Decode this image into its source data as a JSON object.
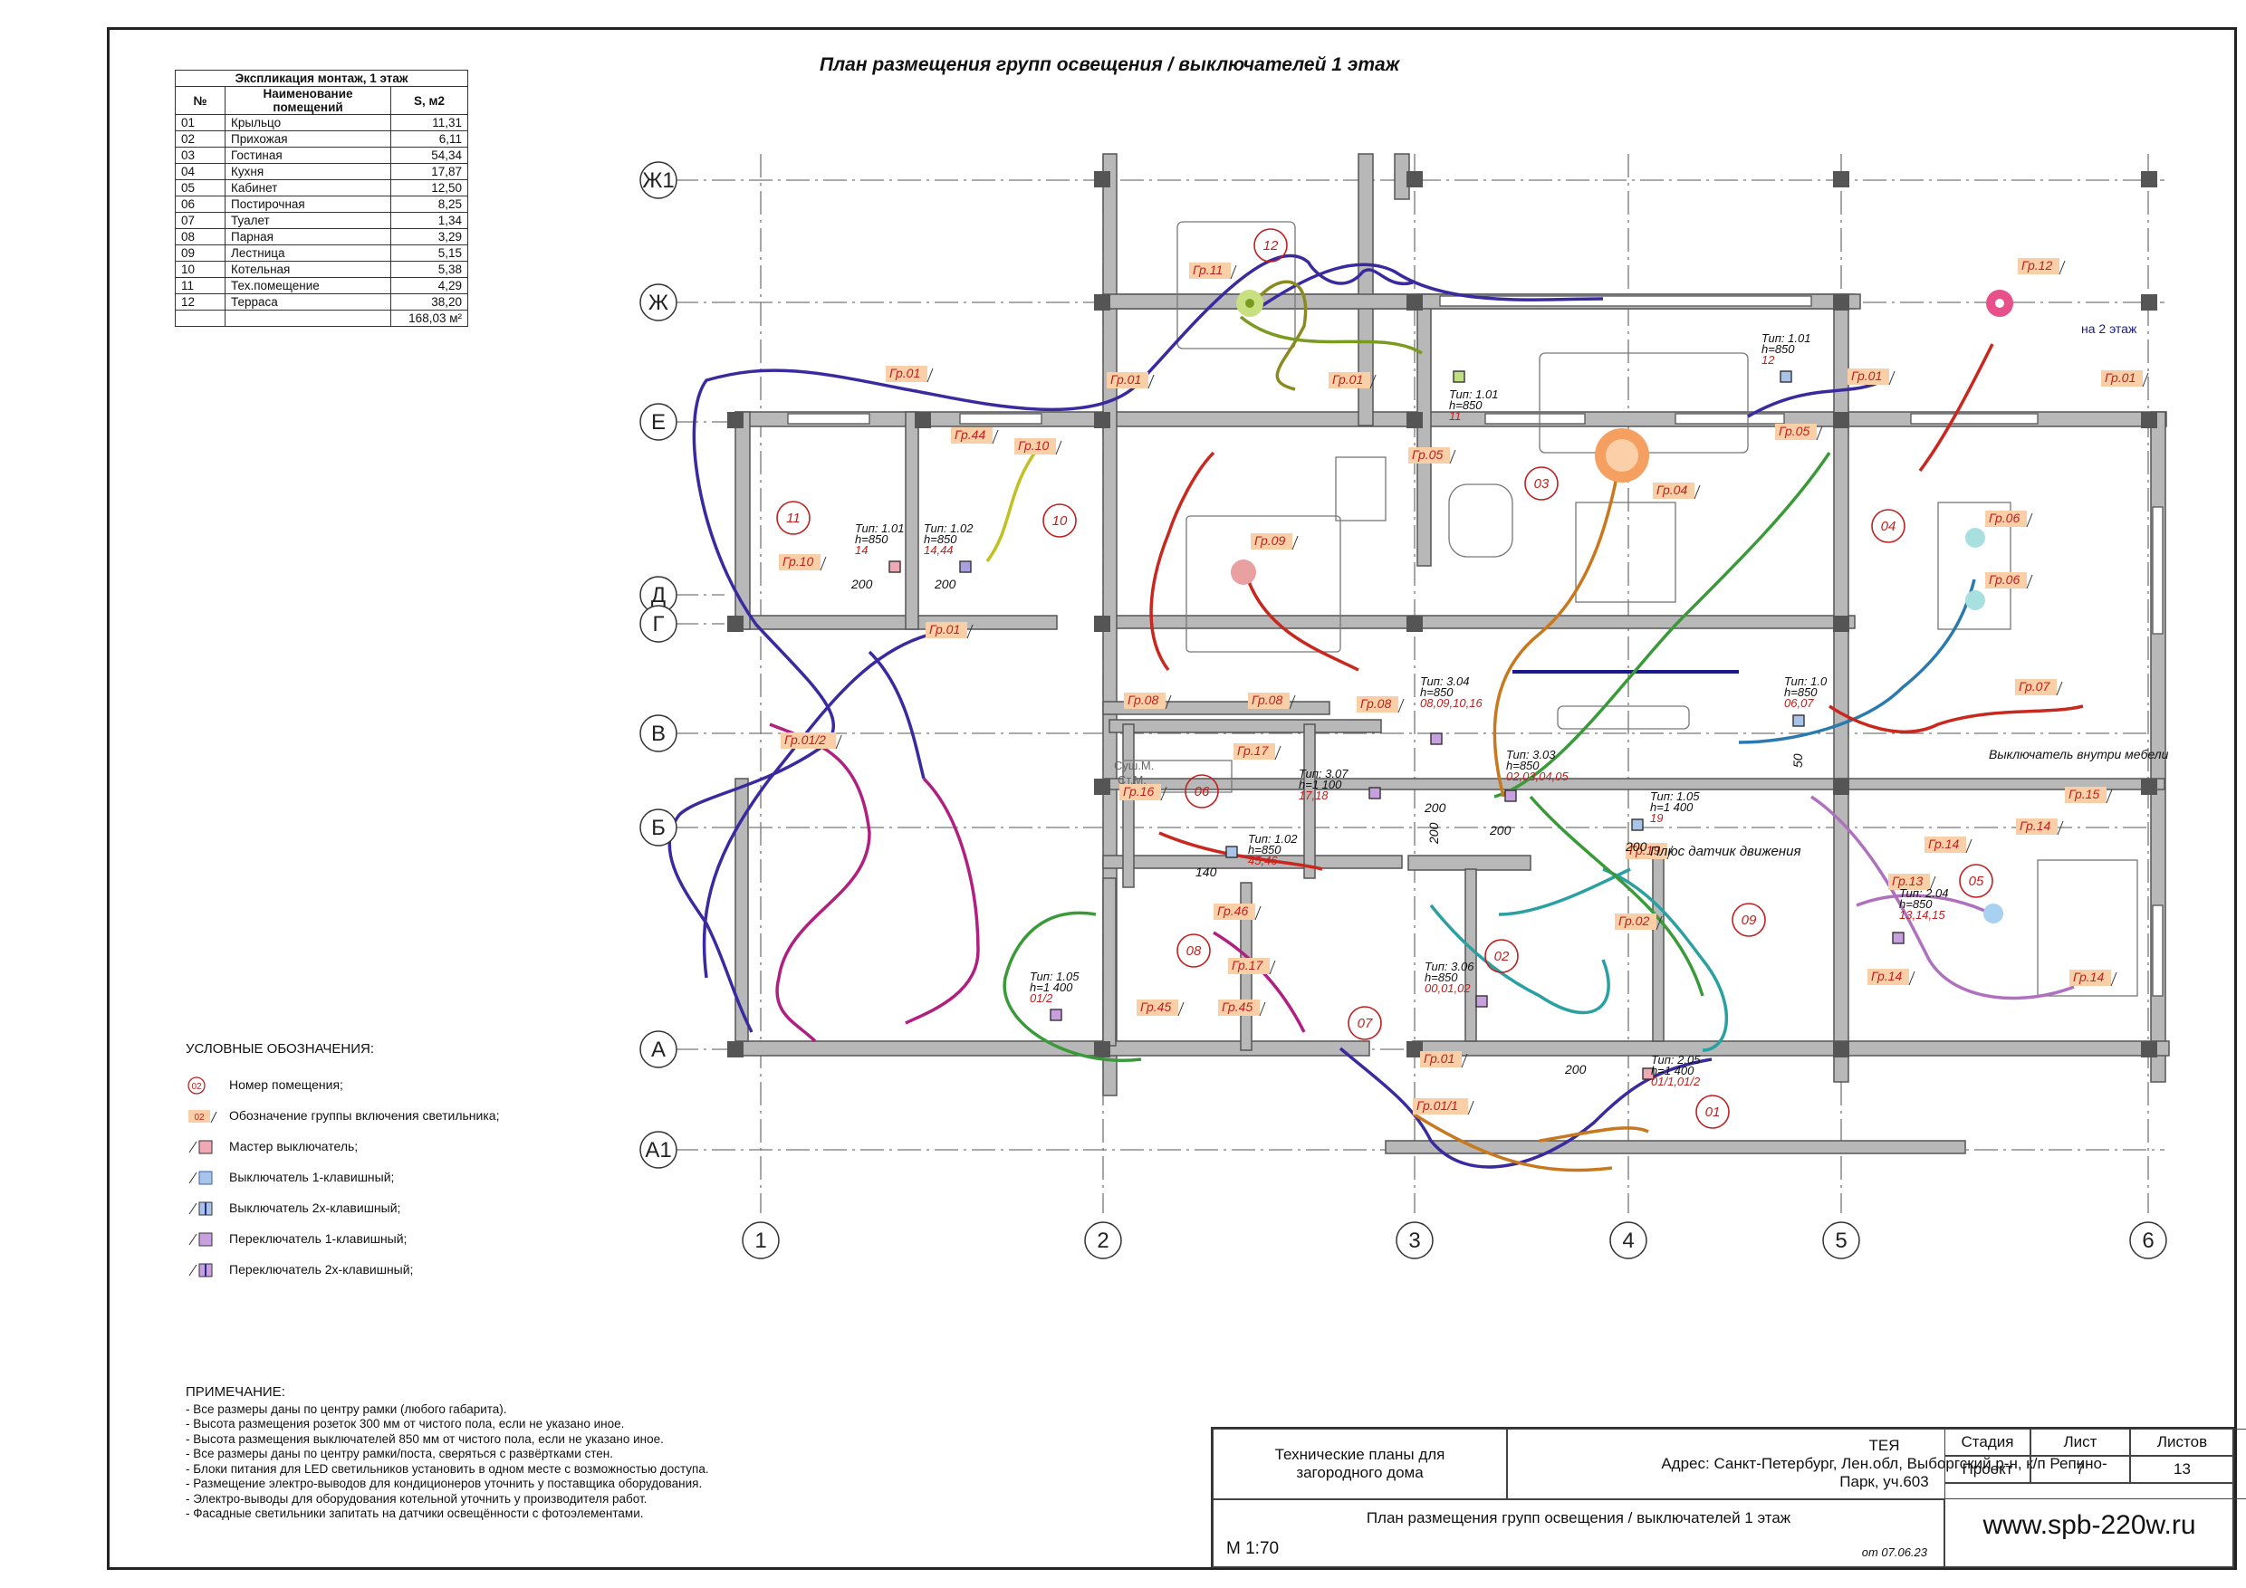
{
  "title": "План размещения групп освещения / выключателей 1 этаж",
  "explication": {
    "caption": "Экспликация монтаж, 1 этаж",
    "headers": {
      "num": "№",
      "name": "Наименование помещений",
      "area": "S, м2"
    },
    "rows": [
      {
        "num": "01",
        "name": "Крыльцо",
        "area": "11,31"
      },
      {
        "num": "02",
        "name": "Прихожая",
        "area": "6,11"
      },
      {
        "num": "03",
        "name": "Гостиная",
        "area": "54,34"
      },
      {
        "num": "04",
        "name": "Кухня",
        "area": "17,87"
      },
      {
        "num": "05",
        "name": "Кабинет",
        "area": "12,50"
      },
      {
        "num": "06",
        "name": "Постирочная",
        "area": "8,25"
      },
      {
        "num": "07",
        "name": "Туалет",
        "area": "1,34"
      },
      {
        "num": "08",
        "name": "Парная",
        "area": "3,29"
      },
      {
        "num": "09",
        "name": "Лестница",
        "area": "5,15"
      },
      {
        "num": "10",
        "name": "Котельная",
        "area": "5,38"
      },
      {
        "num": "11",
        "name": "Тех.помещение",
        "area": "4,29"
      },
      {
        "num": "12",
        "name": "Терраса",
        "area": "38,20"
      }
    ],
    "total": "168,03 м²"
  },
  "axes": {
    "rows": [
      "Ж1",
      "Ж",
      "Е",
      "Д",
      "Г",
      "В",
      "Б",
      "А",
      "А1"
    ],
    "cols": [
      "1",
      "2",
      "3",
      "4",
      "5",
      "6"
    ]
  },
  "rooms": [
    "12",
    "11",
    "10",
    "03",
    "04",
    "06",
    "08",
    "07",
    "02",
    "09",
    "05",
    "01"
  ],
  "groups": [
    "Гр.01",
    "Гр.01",
    "Гр.01",
    "Гр.01",
    "Гр.01",
    "Гр.01",
    "Гр.01",
    "Гр.01/1",
    "Гр.01/2",
    "Гр.02",
    "Гр.04",
    "Гр.05",
    "Гр.05",
    "Гр.06",
    "Гр.06",
    "Гр.07",
    "Гр.08",
    "Гр.08",
    "Гр.08",
    "Гр.09",
    "Гр.10",
    "Гр.10",
    "Гр.11",
    "Гр.12",
    "Гр.13",
    "Гр.14",
    "Гр.14",
    "Гр.14",
    "Гр.14",
    "Гр.15",
    "Гр.16",
    "Гр.17",
    "Гр.17",
    "Гр.19",
    "Гр.44",
    "Гр.45",
    "Гр.45",
    "Гр.46"
  ],
  "switch_labels": [
    {
      "type": "Тип: 1.01",
      "h": "h=850",
      "gr": "14"
    },
    {
      "type": "Тип: 1.02",
      "h": "h=850",
      "gr": "14,44"
    },
    {
      "type": "Тип: 1.01",
      "h": "h=850",
      "gr": "11"
    },
    {
      "type": "Тип: 1.01",
      "h": "h=850",
      "gr": "12"
    },
    {
      "type": "Тип: 3.04",
      "h": "h=850",
      "gr": "08,09,10,16"
    },
    {
      "type": "Тип: 1.0",
      "h": "h=850",
      "gr": "06,07"
    },
    {
      "type": "Тип: 3.03",
      "h": "h=850",
      "gr": "02,03,04,05"
    },
    {
      "type": "Тип: 3.07",
      "h": "h=1 100",
      "gr": "17,18"
    },
    {
      "type": "Тип: 1.05",
      "h": "h=1 400",
      "gr": "19"
    },
    {
      "type": "Тип: 1.02",
      "h": "h=850",
      "gr": "45,46"
    },
    {
      "type": "Тип: 2.04",
      "h": "h=850",
      "gr": "13,14,15"
    },
    {
      "type": "Тип: 1.05",
      "h": "h=1 400",
      "gr": "01/2"
    },
    {
      "type": "Тип: 3.06",
      "h": "h=850",
      "gr": "00,01,02"
    },
    {
      "type": "Тип: 2.05",
      "h": "h=1 400",
      "gr": "01/1,01/2"
    }
  ],
  "dims": [
    "200",
    "200",
    "200",
    "200",
    "200",
    "200",
    "140",
    "200",
    "50"
  ],
  "annotations": {
    "upstairs": "на 2 этаж",
    "inside_furniture": "Выключатель внутри мебели",
    "motion": "Плюс датчик движения",
    "dryer": "Суш.М.",
    "washer": "Ст.М."
  },
  "legend": {
    "heading": "УСЛОВНЫЕ ОБОЗНАЧЕНИЯ:",
    "items": [
      {
        "sym": "02",
        "text": "Номер помещения;"
      },
      {
        "sym": "02",
        "text": "Обозначение группы включения светильника;"
      },
      {
        "sym": "",
        "text": "Мастер выключатель;"
      },
      {
        "sym": "",
        "text": "Выключатель 1-клавишный;"
      },
      {
        "sym": "",
        "text": "Выключатель 2х-клавишный;"
      },
      {
        "sym": "",
        "text": "Переключатель 1-клавишный;"
      },
      {
        "sym": "",
        "text": "Переключатель 2х-клавишный;"
      }
    ],
    "colors": {
      "master": "#f0a8b4",
      "sw1": "#a8c4e8",
      "sw2": "#a8c4e8",
      "sw1_frame": "#3a5fa8",
      "sw2_bar": "#2a2a8a",
      "p1": "#c8a0e0",
      "p2": "#c8a0e0"
    }
  },
  "notes": {
    "heading": "ПРИМЕЧАНИЕ:",
    "items": [
      "- Все размеры даны по центру рамки (любого габарита).",
      "- Высота размещения розеток 300 мм от чистого пола, если не указано иное.",
      "- Высота размещения выключателей 850 мм от чистого пола, если не указано иное.",
      "- Все размеры даны по центру рамки/поста, сверяться с развёртками стен.",
      "- Блоки питания для LED светильников установить в одном месте с возможностью доступа.",
      "- Размещение электро-выводов для кондиционеров уточнить у поставщика оборудования.",
      "- Электро-выводы для оборудования котельной уточнить у производителя работ.",
      "- Фасадные светильники запитать на датчики освещённости с фотоэлементами."
    ]
  },
  "title_block": {
    "doc": "Технические планы для загородного дома",
    "client": "ТЕЯ",
    "address": "Адрес: Санкт-Петербург, Лен.обл, Выборгский р-н, к/п Репино-Парк, уч.603",
    "stage_label": "Стадия",
    "stage": "Проект",
    "sheet_label": "Лист",
    "sheet": "7",
    "sheets_label": "Листов",
    "sheets": "13",
    "sheet_title": "План размещения групп освещения / выключателей 1 этаж",
    "scale": "М 1:70",
    "date": "от 07.06.23",
    "site": "www.spb-220w.ru"
  },
  "colors": {
    "wall": "#b8b8b8",
    "wall_stroke": "#555555",
    "label_fill": "#f8cfa6",
    "label_text": "#c02020",
    "room_circle": "#c02020"
  }
}
